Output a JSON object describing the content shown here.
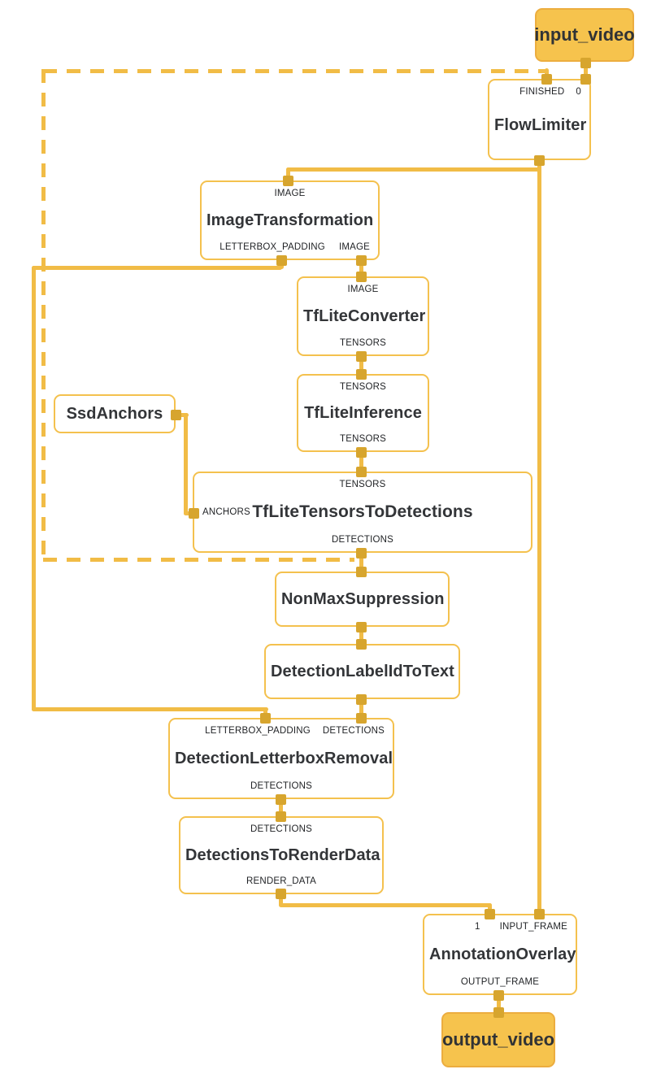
{
  "colors": {
    "edge": "#F1BC46",
    "port_square": "#D7A52E",
    "node_border": "#F4C14E",
    "terminal_fill": "#F6C34D",
    "title_text": "#333538",
    "port_label_text": "#1F2124"
  },
  "nodes": {
    "input_video": {
      "title": "input_video"
    },
    "flow_limiter": {
      "title": "FlowLimiter",
      "ports": {
        "finished_in": "FINISHED",
        "in0": "0"
      }
    },
    "image_transformation": {
      "title": "ImageTransformation",
      "ports": {
        "image_in": "IMAGE",
        "letterbox_padding_out": "LETTERBOX_PADDING",
        "image_out": "IMAGE"
      }
    },
    "tflite_converter": {
      "title": "TfLiteConverter",
      "ports": {
        "image_in": "IMAGE",
        "tensors_out": "TENSORS"
      }
    },
    "tflite_inference": {
      "title": "TfLiteInference",
      "ports": {
        "tensors_in": "TENSORS",
        "tensors_out": "TENSORS"
      }
    },
    "ssd_anchors": {
      "title": "SsdAnchors"
    },
    "tflite_tensors_to_detections": {
      "title": "TfLiteTensorsToDetections",
      "ports": {
        "tensors_in": "TENSORS",
        "anchors_in": "ANCHORS",
        "detections_out": "DETECTIONS"
      }
    },
    "non_max_suppression": {
      "title": "NonMaxSuppression"
    },
    "detection_label_id_to_text": {
      "title": "DetectionLabelIdToText"
    },
    "detection_letterbox_removal": {
      "title": "DetectionLetterboxRemoval",
      "ports": {
        "letterbox_padding_in": "LETTERBOX_PADDING",
        "detections_in": "DETECTIONS",
        "detections_out": "DETECTIONS"
      }
    },
    "detections_to_render_data": {
      "title": "DetectionsToRenderData",
      "ports": {
        "detections_in": "DETECTIONS",
        "render_data_out": "RENDER_DATA"
      }
    },
    "annotation_overlay": {
      "title": "AnnotationOverlay",
      "ports": {
        "in1": "1",
        "input_frame_in": "INPUT_FRAME",
        "output_frame_out": "OUTPUT_FRAME"
      }
    },
    "output_video": {
      "title": "output_video"
    }
  }
}
